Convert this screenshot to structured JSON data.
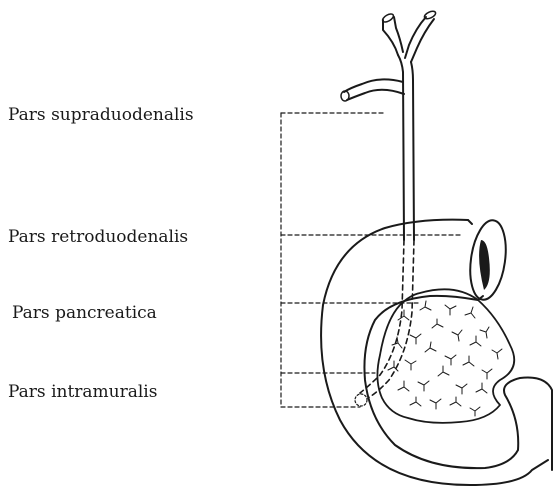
{
  "labels": {
    "supraduodenalis": "Pars supraduodenalis",
    "retroduodenalis": "Pars retroduodenalis",
    "pancreatica": "Pars pancreatica",
    "intramuralis": "Pars intramuralis"
  },
  "colors": {
    "ink": "#1a1a1a",
    "background": "#ffffff"
  }
}
